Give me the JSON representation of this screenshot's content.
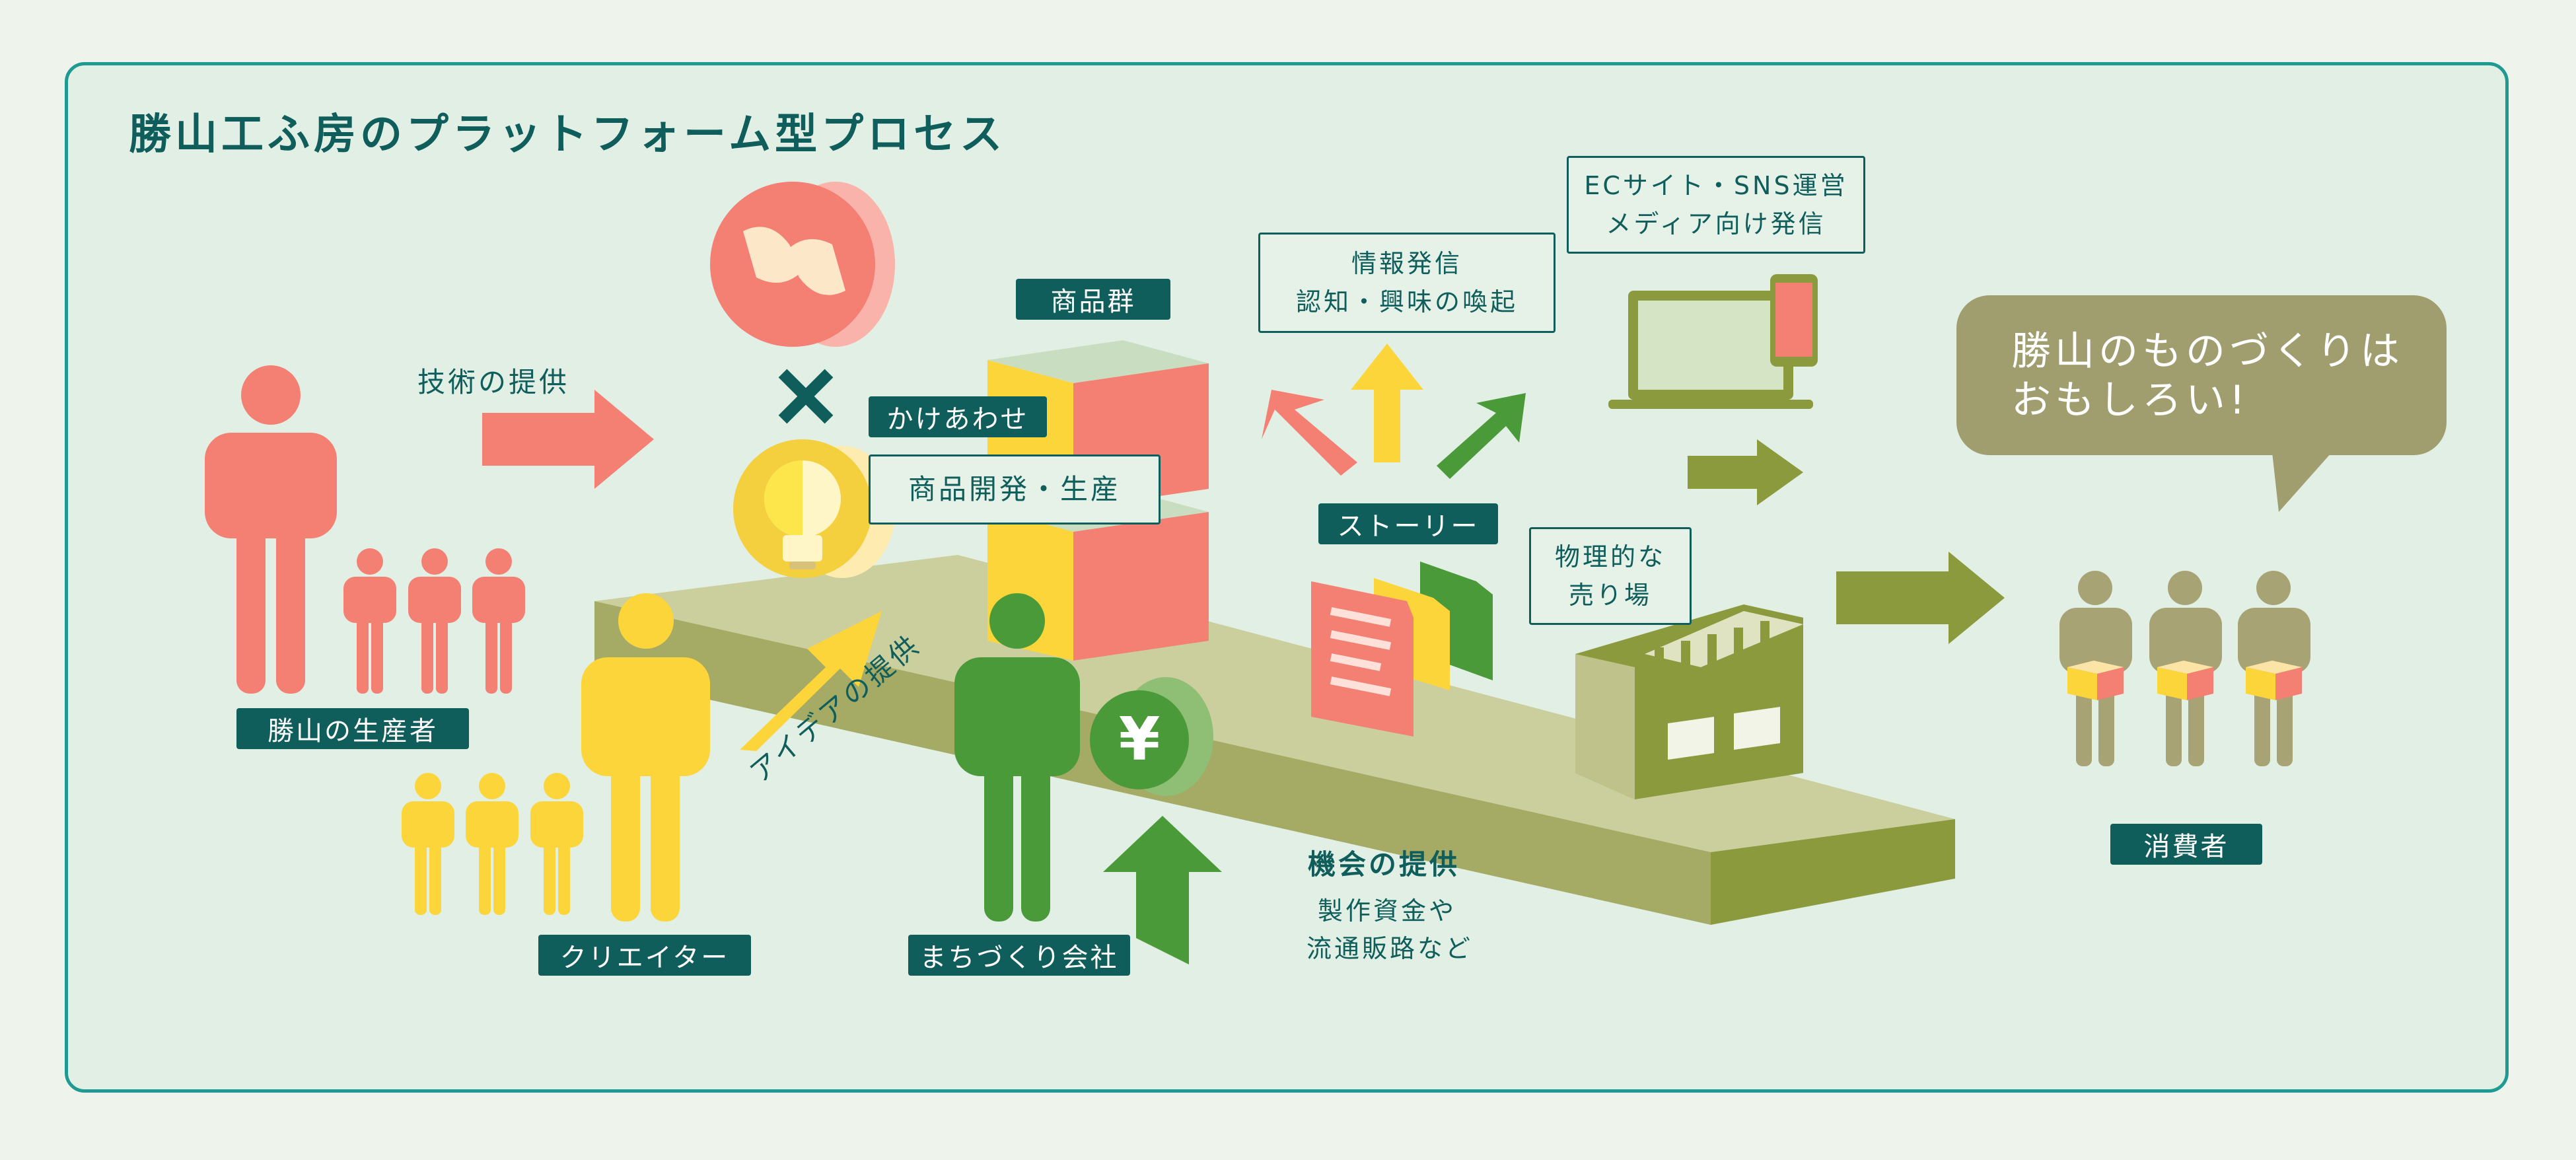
{
  "title": "勝山工ふ房のプラットフォーム型プロセス",
  "labels": {
    "producers": "勝山の生産者",
    "creators": "クリエイター",
    "town_company": "まちづくり会社",
    "consumers": "消費者",
    "products": "商品群",
    "combine": "かけあわせ",
    "development": "商品開発・生産",
    "story": "ストーリー",
    "physical_store_line1": "物理的な",
    "physical_store_line2": "売り場",
    "info_line1": "情報発信",
    "info_line2": "認知・興味の喚起",
    "ec_line1": "ECサイト・SNS運営",
    "ec_line2": "メディア向け発信"
  },
  "arrows": {
    "tech": "技術の提供",
    "idea": "アイデアの提供",
    "opportunity": "機会の提供",
    "opportunity_sub_line1": "製作資金や",
    "opportunity_sub_line2": "流通販路など"
  },
  "speech": {
    "line1": "勝山のものづくりは",
    "line2": "おもしろい!"
  },
  "symbols": {
    "times": "✕",
    "yen": "¥"
  },
  "colors": {
    "frame": "#1f9a93",
    "background": "#e2efe5",
    "dark_label": "#0f5e5b",
    "producer": "#f47f73",
    "creator": "#fcd53a",
    "company": "#4a9a3a",
    "consumer": "#a8a374",
    "olive": "#8a9a3c"
  }
}
